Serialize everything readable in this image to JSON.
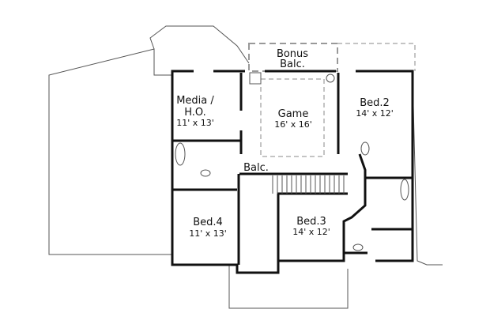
{
  "rooms": {
    "bonus_balcony": {
      "line1": "Bonus",
      "line2": "Balc."
    },
    "media": {
      "line1": "Media /",
      "line2": "H.O.",
      "size": "11' x 13'"
    },
    "game": {
      "name": "Game",
      "size": "16' x 16'"
    },
    "bed2": {
      "name": "Bed.2",
      "size": "14' x 12'"
    },
    "balcony": {
      "name": "Balc."
    },
    "bed4": {
      "name": "Bed.4",
      "size": "11' x 13'"
    },
    "bed3": {
      "name": "Bed.3",
      "size": "14' x 12'"
    }
  }
}
